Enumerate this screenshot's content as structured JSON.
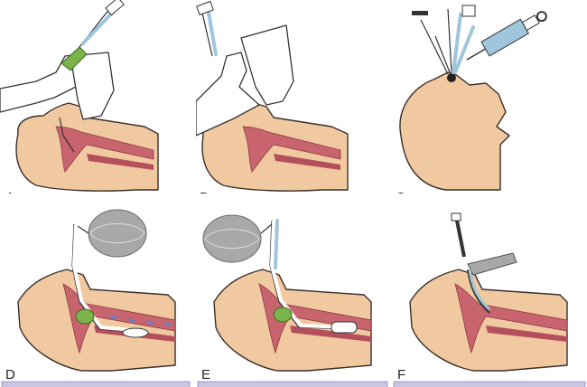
{
  "panels": [
    {
      "letter": "A"
    },
    {
      "letter": "B"
    },
    {
      "letter": "C"
    },
    {
      "letter": "D"
    },
    {
      "letter": "E"
    },
    {
      "letter": "F"
    }
  ],
  "colors": {
    "skin": "#f0c9a0",
    "airway": "#c7646e",
    "ground": "#c8c6e3",
    "tube_blue": "#9fc6dc",
    "cuff_green": "#7ab34a",
    "bag_grey": "#a8a8a8",
    "arrow_blue": "#6b7fc4"
  }
}
